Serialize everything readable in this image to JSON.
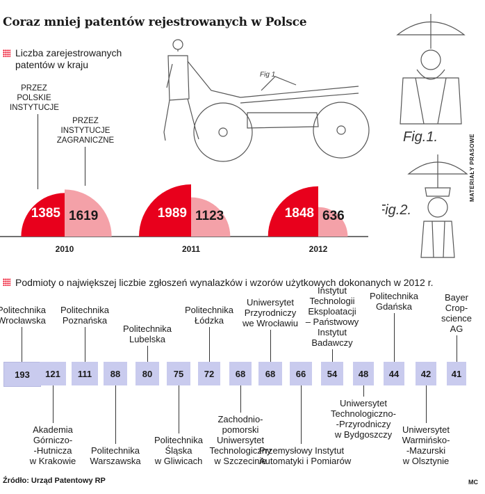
{
  "title": "Coraz mniej patentów rejestrowanych w Polsce",
  "colors": {
    "domestic": "#e8001c",
    "foreign": "#f4a1a8",
    "box": "#c9cbee"
  },
  "chart_data": [
    {
      "type": "bar",
      "legend": "Liczba zarejestrowanych patentów w kraju",
      "series_annotations": [
        "PRZEZ POLSKIE INSTYTUCJE",
        "PRZEZ INSTYTUCJE ZAGRANICZNE"
      ],
      "categories": [
        "2010",
        "2011",
        "2012"
      ],
      "series": [
        {
          "values": [
            1385,
            1989,
            1848
          ]
        },
        {
          "values": [
            1619,
            1123,
            636
          ]
        }
      ]
    },
    {
      "type": "bar",
      "legend": "Podmioty o największej liczbie zgłoszeń wynalazków i wzorów użytkowych dokonanych w 2012 r.",
      "categories": [
        "Politechnika Wrocławska",
        "Akademia Górniczo--Hutnicza w Krakowie",
        "Politechnika Poznańska",
        "Politechnika Warszawska",
        "Politechnika Lubelska",
        "Politechnika Śląska w Gliwicach",
        "Politechnika Łódzka",
        "Zachodnio-pomorski Uniwersytet Technologiczny w Szczecinie",
        "Uniwersytet Przyrodniczy we Wrocławiu",
        "Przemysłowy Instytut Automatyki i Pomiarów",
        "Instytut Technologii Eksploatacji – Państwowy Instytut Badawczy",
        "Uniwersytet Technologiczno--Przyrodniczy w Bydgoszczy",
        "Politechnika Gdańska",
        "Uniwersytet Warmińsko--Mazurski w Olsztynie",
        "Bayer Crop-science AG"
      ],
      "values": [
        193,
        121,
        111,
        88,
        80,
        75,
        72,
        68,
        68,
        66,
        54,
        48,
        44,
        42,
        41
      ]
    }
  ],
  "top_labels": [
    [
      "Politechnika",
      "Wrocławska"
    ],
    [
      "Politechnika",
      "Poznańska"
    ],
    [
      "Politechnika",
      "Lubelska"
    ],
    [
      "Politechnika",
      "Łódzka"
    ],
    [
      "Uniwersytet",
      "Przyrodniczy",
      "we Wrocławiu"
    ],
    [
      "Instytut",
      "Technologii",
      "Eksploatacji",
      "– Państwowy",
      "Instytut",
      "Badawczy"
    ],
    [
      "Politechnika",
      "Gdańska"
    ],
    [
      "Bayer",
      "Crop-",
      "science",
      "AG"
    ]
  ],
  "bottom_labels": [
    [
      "Akademia",
      "Górniczo-",
      "-Hutnicza",
      "w Krakowie"
    ],
    [
      "Politechnika",
      "Warszawska"
    ],
    [
      "Politechnika",
      "Śląska",
      "w Gliwicach"
    ],
    [
      "Zachodnio-",
      "pomorski",
      "Uniwersytet",
      "Technologiczny",
      "w Szczecinie"
    ],
    [
      "Przemysłowy Instytut",
      "Automatyki i Pomiarów"
    ],
    [
      "Uniwersytet",
      "Technologiczno-",
      "-Przyrodniczy",
      "w Bydgoszczy"
    ],
    [
      "Uniwersytet",
      "Warmińsko-",
      "-Mazurski",
      "w Olsztynie"
    ]
  ],
  "drawing_labels": {
    "fig1": "Fig.1.",
    "fig2": "Fig.2.",
    "fig_cart": "Fig 1"
  },
  "source": "Źródło: Urząd Patentowy RP",
  "credit": "MC",
  "side_credit": "MATERIAŁY PRASOWE"
}
